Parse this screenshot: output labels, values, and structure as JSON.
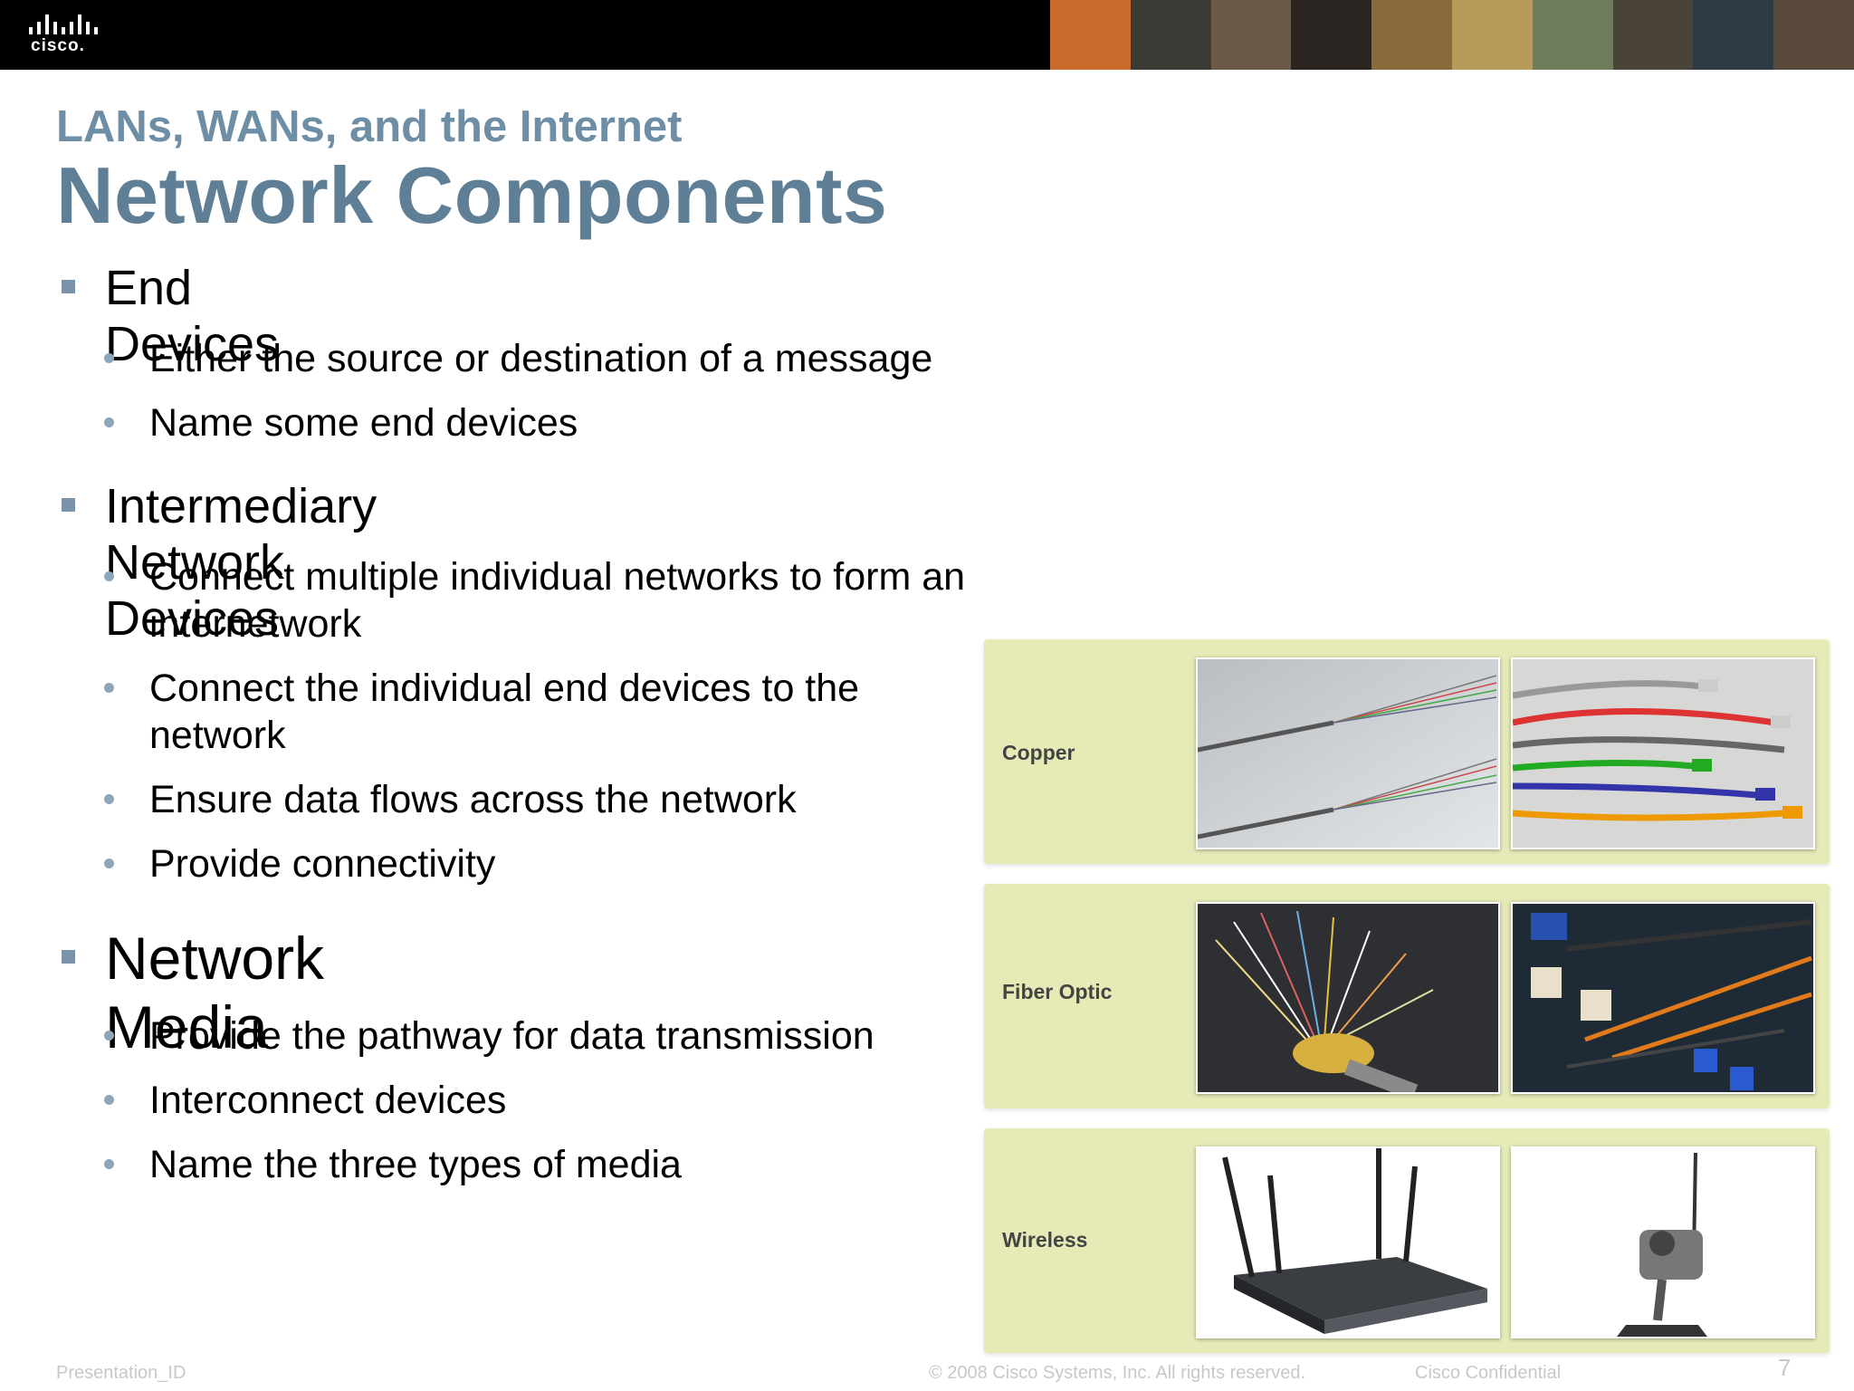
{
  "header": {
    "logo_text": "cisco.",
    "photo_strip_colors": [
      "#c96a2a",
      "#3c3a35",
      "#6b5a48",
      "#2a2520",
      "#8a6a3a",
      "#b89a5a",
      "#6e7c5a",
      "#4a4438",
      "#2e3a44",
      "#5a4a3c"
    ]
  },
  "slide": {
    "subtitle": "LANs, WANs, and the Internet",
    "title": "Network Components",
    "sections": [
      {
        "heading": "End Devices",
        "items": [
          "Either the source or destination of a message",
          "Name some end devices"
        ]
      },
      {
        "heading": "Intermediary Network Devices",
        "items": [
          "Connect multiple individual networks to form an internetwork",
          "Connect the individual end devices to the network",
          "Ensure data flows across the network",
          "Provide connectivity"
        ]
      },
      {
        "heading": "Network Media",
        "items": [
          "Provide the pathway for data transmission",
          "Interconnect devices",
          "Name the three types of media"
        ]
      }
    ]
  },
  "media_panels": [
    {
      "label": "Copper",
      "images": [
        "copper-cable-strands",
        "copper-patch-cables"
      ]
    },
    {
      "label": "Fiber Optic",
      "images": [
        "fiber-optic-strands",
        "fiber-optic-connectors"
      ]
    },
    {
      "label": "Wireless",
      "images": [
        "wireless-router",
        "wireless-webcam"
      ]
    }
  ],
  "footer": {
    "presentation_id": "Presentation_ID",
    "copyright": "© 2008 Cisco Systems, Inc. All rights reserved.",
    "confidential": "Cisco Confidential",
    "page_number": "7"
  }
}
